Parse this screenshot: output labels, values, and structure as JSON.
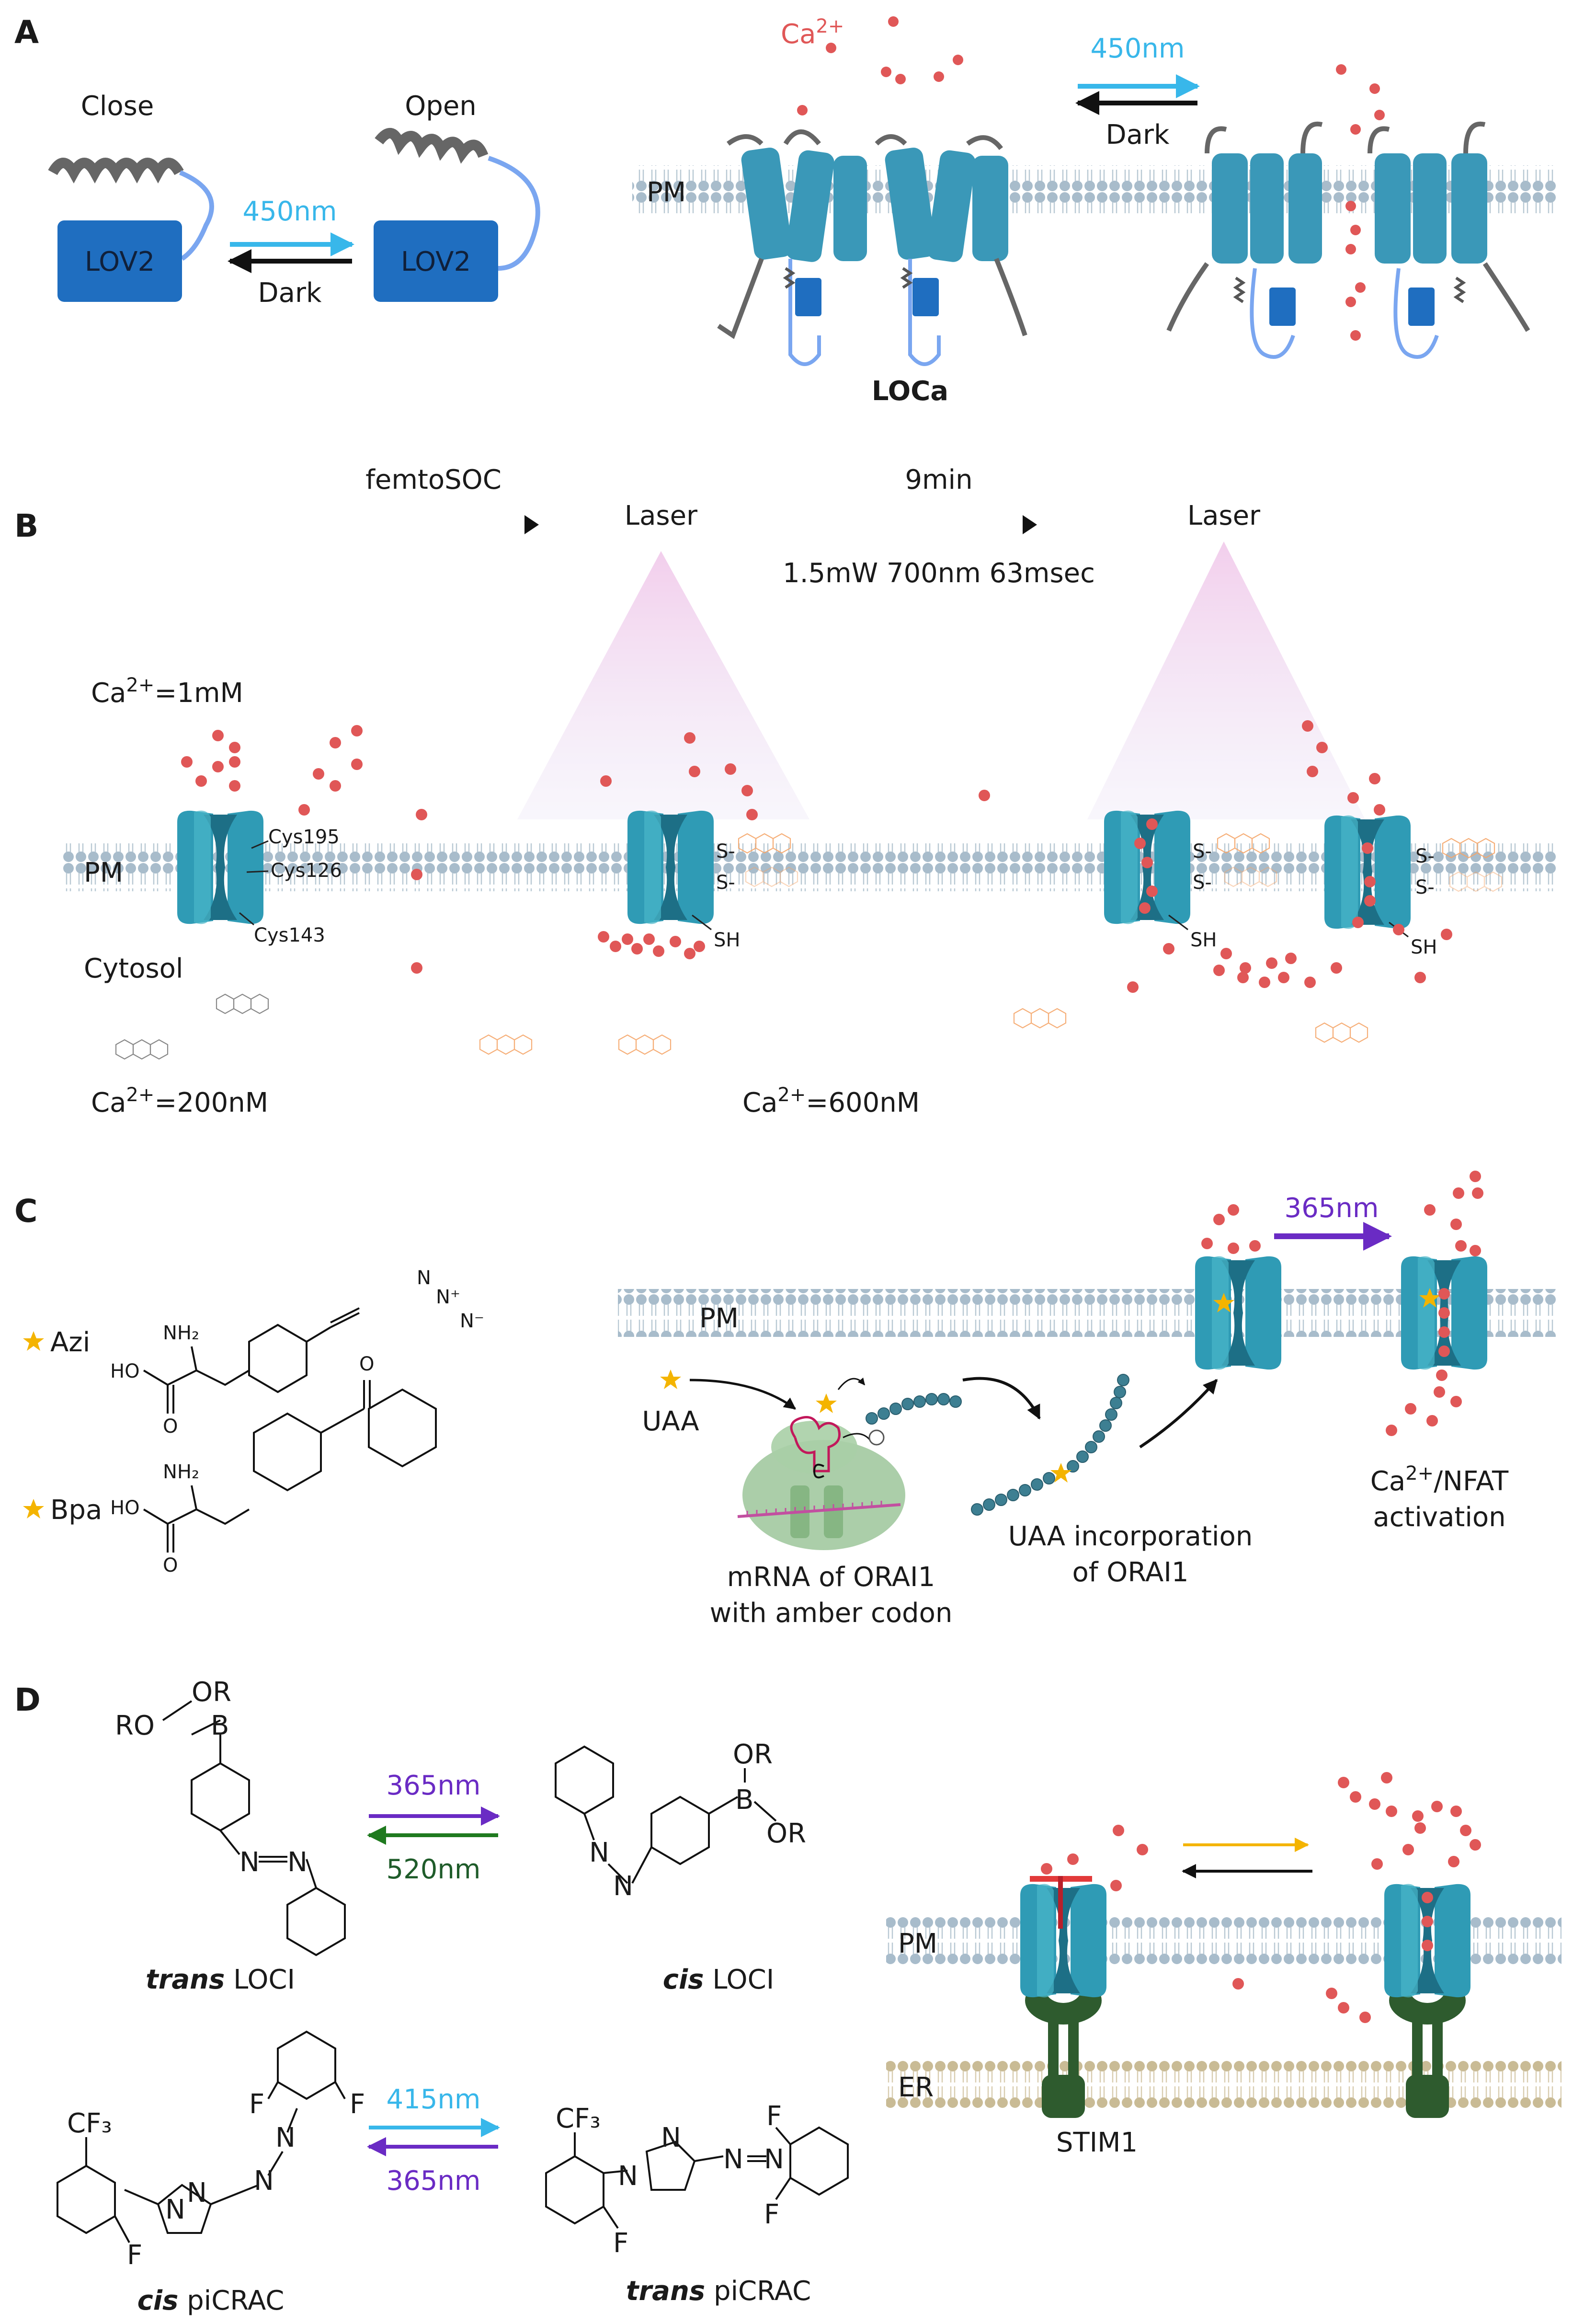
{
  "colors": {
    "channel": "#3a98b8",
    "channel_dark": "#2b7d99",
    "orai_teal": "#2aa0b0",
    "lov2": "#1f6ec0",
    "membrane": "#a8bccb",
    "er_membrane": "#c9bb95",
    "stim1": "#2e5b2e",
    "calcium": "#e05757",
    "arrow_blue": "#38b7ea",
    "arrow_purple": "#6a2bc4",
    "arrow_green": "#1f7a1f",
    "arrow_yellow": "#f4b400",
    "laser": "#f1c9ea"
  },
  "panel_a": {
    "letter": "A",
    "close_label": "Close",
    "open_label": "Open",
    "lov2_label": "LOV2",
    "light_label": "450nm",
    "dark_label": "Dark",
    "ca_label": "Ca",
    "ca_charge": "2+",
    "pm_label": "PM",
    "light_label_right": "450nm",
    "dark_label_right": "Dark",
    "loca_label": "LOCa"
  },
  "panel_b": {
    "letter": "B",
    "femtosoc_label": "femtoSOC",
    "laser_label_1": "Laser",
    "time_label": "9min",
    "laser_label_2": "Laser",
    "laser_params": "1.5mW 700nm 63msec",
    "ca_out_prefix": "Ca",
    "ca_out_charge": "2+",
    "ca_out_value": "=1mM",
    "pm_label": "PM",
    "cytosol_label": "Cytosol",
    "cys195": "Cys195",
    "cys126": "Cys126",
    "cys143": "Cys143",
    "s_label": "S-",
    "sh_label": "SH",
    "ca_in_low_prefix": "Ca",
    "ca_in_low_charge": "2+",
    "ca_in_low_value": "=200nM",
    "ca_in_high_prefix": "Ca",
    "ca_in_high_charge": "2+",
    "ca_in_high_value": "=600nM"
  },
  "panel_c": {
    "letter": "C",
    "azi_label": "Azi",
    "bpa_label": "Bpa",
    "nh2": "NH₂",
    "ho": "HO",
    "o": "O",
    "azide_n1": "N",
    "azide_n2": "N⁺",
    "azide_n3": "N⁻",
    "light_label": "365nm",
    "pm_label": "PM",
    "uaa_label": "UAA",
    "mrna_line1": "mRNA of ORAI1",
    "mrna_line2": "with amber codon",
    "incorp_line1": "UAA incorporation",
    "incorp_line2": "of ORAI1",
    "act_prefix": "Ca",
    "act_charge": "2+",
    "act_suffix": "/NFAT",
    "act_line2": "activation"
  },
  "panel_d": {
    "letter": "D",
    "or_label": "OR",
    "ro_label": "RO",
    "b_label": "B",
    "n_label": "N",
    "forward_light_1": "365nm",
    "reverse_light_1": "520nm",
    "trans_word": "trans",
    "cis_word": "cis",
    "loci_suffix": " LOCI",
    "cf3_label": "CF₃",
    "f_label": "F",
    "forward_light_2": "415nm",
    "reverse_light_2": "365nm",
    "picrac_suffix": " piCRAC",
    "pm_label": "PM",
    "er_label": "ER",
    "stim1_label": "STIM1"
  }
}
